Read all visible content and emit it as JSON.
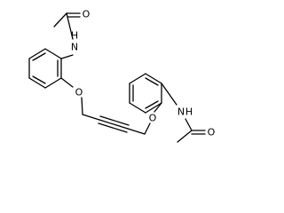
{
  "molecule": {
    "atoms": [
      {
        "name": "oxygen-atom-carbonyl-left",
        "label": "O"
      },
      {
        "name": "nitrogen-atom-left",
        "label": "N",
        "h_label": "H"
      },
      {
        "name": "oxygen-atom-ether-left",
        "label": "O"
      },
      {
        "name": "oxygen-atom-ether-right",
        "label": "O"
      },
      {
        "name": "nitrogen-atom-right",
        "label": "N",
        "h_label": "H"
      },
      {
        "name": "oxygen-atom-carbonyl-right",
        "label": "O"
      }
    ],
    "colors": {
      "bond": "#000000",
      "label": "#000000",
      "background": "#ffffff"
    }
  }
}
